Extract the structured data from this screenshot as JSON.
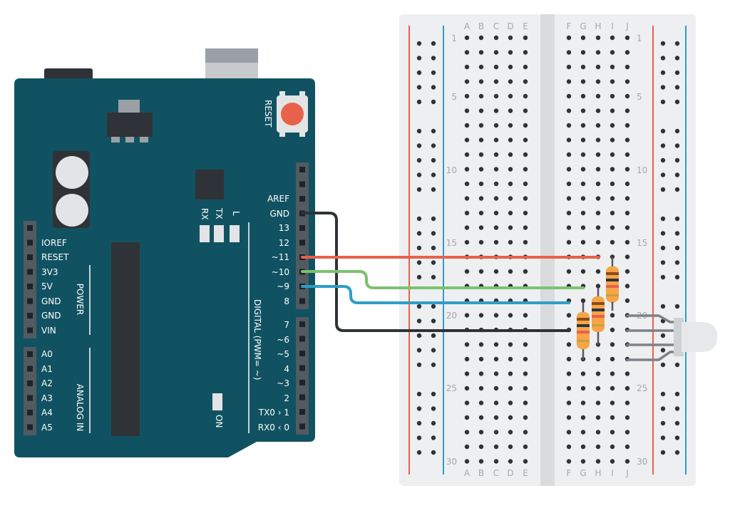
{
  "arduino": {
    "reset_label": "RESET",
    "rx": "RX",
    "tx": "TX",
    "l": "L",
    "on": "ON",
    "power_label": "POWER",
    "analog_label": "ANALOG IN",
    "digital_label": "DIGITAL (PWM= ~)",
    "left_pins": [
      "IOREF",
      "RESET",
      "3V3",
      "5V",
      "GND",
      "GND",
      "VIN"
    ],
    "analog_pins": [
      "A0",
      "A1",
      "A2",
      "A3",
      "A4",
      "A5"
    ],
    "right_pins_top": [
      "AREF",
      "GND",
      "13",
      "12",
      "~11",
      "~10",
      "~9",
      "8"
    ],
    "right_pins_bottom": [
      "7",
      "~6",
      "~5",
      "4",
      "~3",
      "2",
      "TX0 › 1",
      "RX0 ‹ 0"
    ]
  },
  "breadboard": {
    "cols_left": [
      "A",
      "B",
      "C",
      "D",
      "E"
    ],
    "cols_right": [
      "F",
      "G",
      "H",
      "I",
      "J"
    ],
    "row_numbers": [
      "1",
      "5",
      "10",
      "15",
      "20",
      "25",
      "30"
    ]
  },
  "colors": {
    "board": "#115262",
    "board_dark": "#0e4351",
    "header": "#525a62",
    "breadboard": "#eeeff0",
    "hole": "#2f3338",
    "rail_red": "#e8614a",
    "rail_blue": "#2d9ec8",
    "wire_red": "#e8614a",
    "wire_green": "#7cc26f",
    "wire_blue": "#2d9ec8",
    "wire_black": "#2f3338",
    "resistor": "#f6a548",
    "led": "#dfe1e3"
  }
}
